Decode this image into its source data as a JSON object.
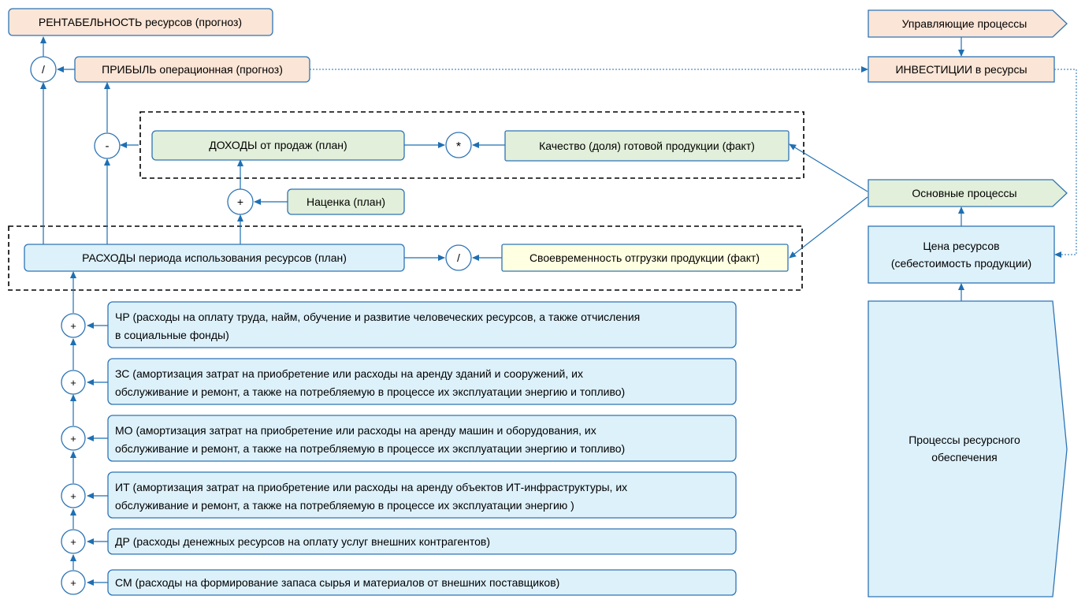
{
  "nodes": {
    "rentabelnost": "РЕНТАБЕЛЬНОСТЬ ресурсов (прогноз)",
    "pribyl": "ПРИБЫЛЬ операционная (прогноз)",
    "dohody": "ДОХОДЫ от продаж (план)",
    "kachestvo": "Качество (доля) готовой продукции (факт)",
    "nacenka": "Наценка (план)",
    "rashody": "РАСХОДЫ периода использования ресурсов (план)",
    "svoevremennost": "Своевременность отгрузки продукции (факт)",
    "upravl": "Управляющие процессы",
    "investicii": "ИНВЕСТИЦИИ в ресурсы",
    "osnovnye": "Основные процессы",
    "cena_line1": "Цена ресурсов",
    "cena_line2": "(себестоимость продукции)",
    "obesp_line1": "Процессы ресурсного",
    "obesp_line2": "обеспечения"
  },
  "operators": {
    "divide": "/",
    "minus": "-",
    "multiply": "*",
    "plus": "+"
  },
  "expenses": [
    {
      "lines": [
        "ЧР (расходы на оплату труда, найм, обучение и развитие человеческих ресурсов, а также отчисления",
        "в социальные фонды)"
      ]
    },
    {
      "lines": [
        "ЗС (амортизация затрат на приобретение или расходы на аренду зданий и сооружений, их",
        "обслуживание и ремонт, а также на потребляемую в процессе их эксплуатации энергию и топливо)"
      ]
    },
    {
      "lines": [
        "МО (амортизация затрат на приобретение или расходы на аренду машин и оборудования, их",
        "обслуживание и ремонт, а также на потребляемую в процессе их эксплуатации энергию и топливо)"
      ]
    },
    {
      "lines": [
        "ИТ (амортизация затрат на приобретение или расходы на аренду объектов ИТ-инфраструктуры, их",
        "обслуживание и ремонт, а также на потребляемую в процессе их эксплуатации энергию )"
      ]
    },
    {
      "lines": [
        "ДР (расходы денежных ресурсов на оплату услуг внешних контрагентов)"
      ]
    },
    {
      "lines": [
        "СМ (расходы на формирование запаса сырья и материалов от внешних поставщиков)"
      ]
    }
  ]
}
